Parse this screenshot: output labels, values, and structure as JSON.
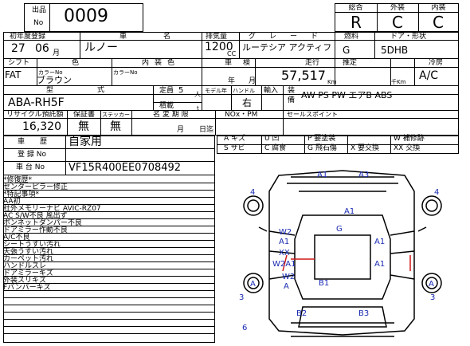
{
  "header": {
    "lot_label_1": "出品",
    "lot_label_2": "No",
    "lot_number": "0009",
    "grade_labels": [
      "総合",
      "外装",
      "内装"
    ],
    "grade_values": [
      "R",
      "C",
      "C"
    ]
  },
  "row1": {
    "labels": [
      "初年度登録",
      "車",
      "名",
      "排気量",
      "グ",
      "レ",
      "ー",
      "ド",
      "燃料",
      "ドア・形状"
    ],
    "year": "27",
    "month": "06",
    "month_unit": "月",
    "car_name": "ルノー",
    "displacement": "1200",
    "cc_unit": "CC",
    "grade": "ルーテシア アクティフ",
    "fuel": "G",
    "door_shape": "5DHB"
  },
  "row2": {
    "labels": [
      "シフト",
      "色",
      "内",
      "装",
      "色",
      "車",
      "検",
      "走行",
      "推定",
      "冷房"
    ],
    "shift": "FAT",
    "color_no_label": "カラーNo",
    "int_color_no_label": "カラーNo",
    "int_color": "ブラウン",
    "year_unit": "年",
    "month_unit": "月",
    "mileage": "57,517",
    "km_unit": "Km",
    "thousand_km_unit": "千Km",
    "ac": "A/C"
  },
  "row3": {
    "model_label": "型",
    "model_label_2": "式",
    "capacity_label": "定員",
    "capacity": "5",
    "person_unit": "人",
    "model_year_label": "モデル年",
    "handle_label": "ハンドル",
    "import_label": "輸入",
    "equipment_label_1": "装",
    "equipment_label_2": "備",
    "model_code": "ABA-RH5F",
    "load_label": "積載",
    "load_unit": "t",
    "handle": "右",
    "equipment": "AW PS PW エアB ABS"
  },
  "row4": {
    "recycle_label": "リサイクル預託額",
    "warranty_label": "保証書",
    "sticker_label": "ステッカー",
    "name_change_label": "名 変 期 限",
    "nox_label": "NOx・PM",
    "selling_point_label": "セールスポイント",
    "recycle_amount": "16,320",
    "warranty": "無",
    "sticker": "無",
    "month_unit": "月",
    "day_unit": "日迄"
  },
  "history": {
    "label_1": "車",
    "label_2": "歴",
    "value": "自家用"
  },
  "registration": {
    "label": "登 録 No"
  },
  "chassis": {
    "label": "車 台 No",
    "value": "VF15R400EE0708492"
  },
  "legend": [
    [
      "A キズ",
      "U 凹",
      "P 要塗装",
      "W 補修跡"
    ],
    [
      "S サビ",
      "C 腐食",
      "G 飛石傷",
      "X 要交換",
      "XX 交換"
    ]
  ],
  "notes": [
    "*修復歴*",
    "センターピラー修正",
    "*特記事項*",
    "AA初",
    "社外メモリーナビ AVIC-RZ07",
    "AC S/W不良 風出ず",
    "ボンネットダンパー不良",
    "ドアミラー作動不良",
    "A/C不良",
    "シートうすい汚れ",
    "天張うすい汚れ",
    "カーペット汚れ",
    "ハンドルスレ",
    "ドアミラーキズ",
    "外装スリキズ",
    "Fバンパーキズ"
  ],
  "diagram": {
    "marks": [
      "A1",
      "A3",
      "4",
      "A1",
      "4",
      "G",
      "W2",
      "A1",
      "A1",
      "XX",
      "W2A1",
      "A1",
      "W2",
      "A",
      "A",
      "B1",
      "A",
      "3",
      "3",
      "B2",
      "B3",
      "6"
    ],
    "colors": {
      "ink": "#1a2bb3",
      "damage": "#d01818"
    }
  }
}
